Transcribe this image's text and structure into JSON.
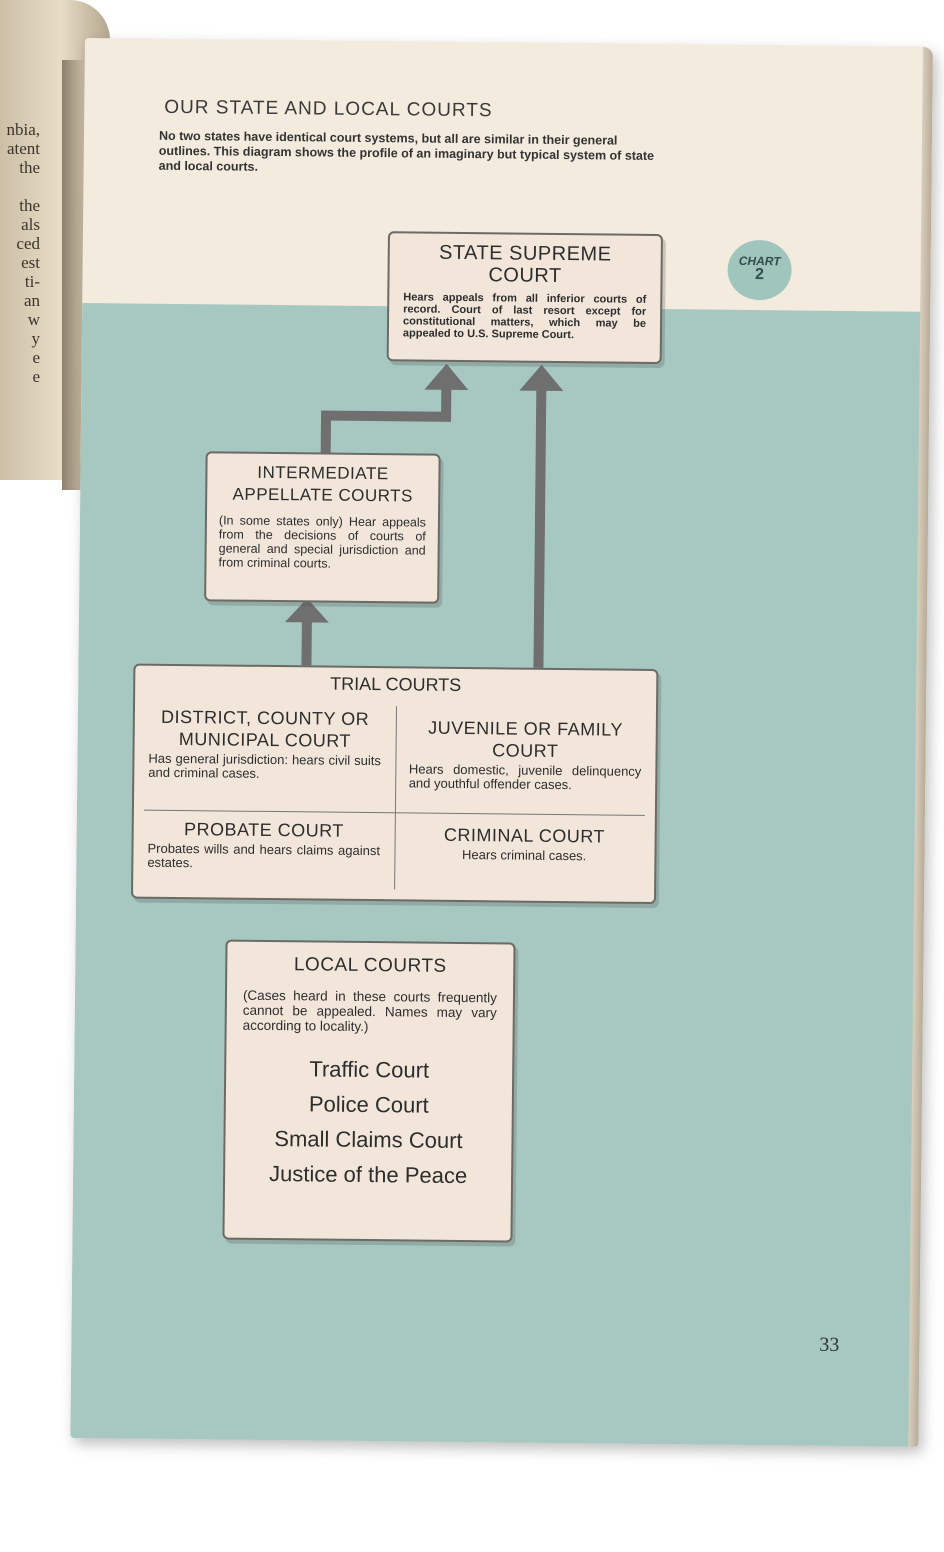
{
  "left_page": {
    "fragments": [
      "nbia,",
      "atent",
      "the",
      "",
      "the",
      "als",
      "ced",
      "est",
      "ti-",
      "an",
      "w",
      "y",
      "e",
      "e"
    ]
  },
  "heading": "OUR STATE AND LOCAL COURTS",
  "intro": "No two states have identical court systems, but all are similar in their general outlines. This diagram shows the profile of an imaginary but typical system of state and local courts.",
  "badge": {
    "label": "CHART",
    "number": "2"
  },
  "supreme": {
    "title": "STATE SUPREME COURT",
    "desc": "Hears appeals from all inferior courts of record. Court of last resort except for constitutional matters, which may be appealed to U.S. Supreme Court."
  },
  "intermediate": {
    "title": "INTERMEDIATE APPELLATE COURTS",
    "desc": "(In some states only) Hear appeals from the decisions of courts of general and special jurisdiction and from criminal courts."
  },
  "trial": {
    "title": "TRIAL COURTS",
    "district": {
      "title": "DISTRICT, COUNTY OR MUNICIPAL COURT",
      "desc": "Has general jurisdiction: hears civil suits and criminal cases."
    },
    "juvenile": {
      "title": "JUVENILE OR FAMILY COURT",
      "desc": "Hears domestic, juvenile delinquency and youthful offender cases."
    },
    "probate": {
      "title": "PROBATE COURT",
      "desc": "Probates wills and hears claims against estates."
    },
    "criminal": {
      "title": "CRIMINAL COURT",
      "desc": "Hears criminal cases."
    }
  },
  "local": {
    "title": "LOCAL COURTS",
    "desc": "(Cases heard in these courts frequently cannot be appealed. Names may vary according to locality.)",
    "items": [
      "Traffic Court",
      "Police Court",
      "Small Claims Court",
      "Justice of the Peace"
    ]
  },
  "page_number": "33",
  "colors": {
    "teal": "#a7c8c1",
    "paper": "#f3ebdd",
    "box": "#f2e6da",
    "arrow": "#6f6f6f"
  }
}
